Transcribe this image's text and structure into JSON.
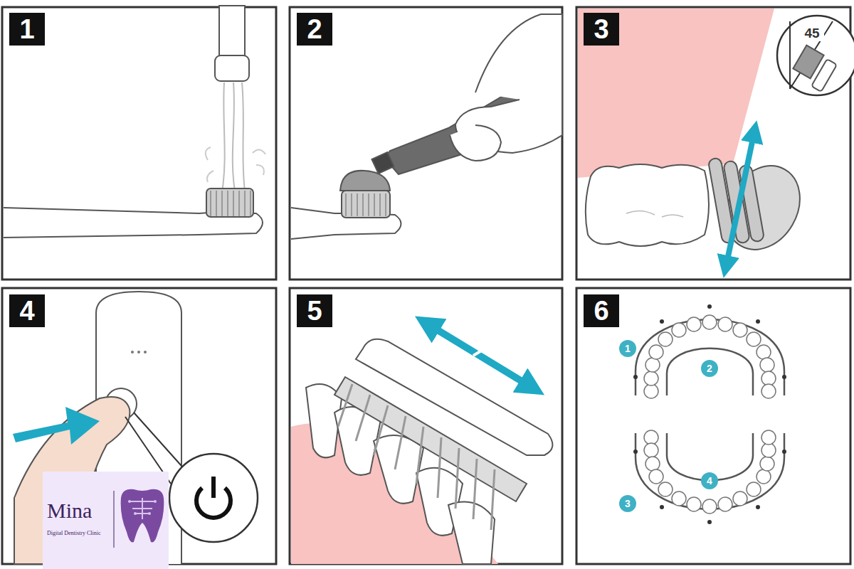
{
  "diagram": {
    "labels": [
      "1",
      "2",
      "3",
      "45",
      "4",
      "Mina",
      "Digital Dentistry Clinic",
      "5",
      "6",
      "1",
      "2",
      "4",
      "3"
    ]
  }
}
